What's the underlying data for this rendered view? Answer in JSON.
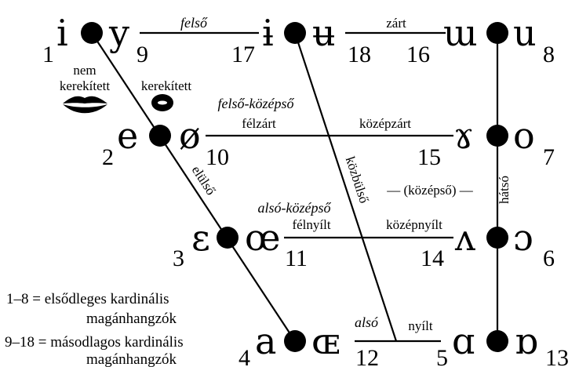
{
  "height_labels": {
    "close": "felső",
    "close_mid": "felső-középső",
    "open_mid": "alsó-középső",
    "open": "alsó"
  },
  "aperture_labels": {
    "close_central": "zárt",
    "close_mid_front": "félzárt",
    "close_mid_back": "középzárt",
    "mid": "— (középső) —",
    "open_mid_front": "félnyílt",
    "open_mid_back": "középnyílt",
    "open_back": "nyílt"
  },
  "backness_labels": {
    "front": "elülső",
    "central": "közbülső",
    "back": "hátsó"
  },
  "rounding": {
    "unrounded": [
      "nem",
      "kerekített"
    ],
    "rounded": "kerekített",
    "unrounded_icon": "spread-lips-icon",
    "rounded_icon": "rounded-lips-icon"
  },
  "vowels": {
    "i": {
      "symbol": "i",
      "number": "1"
    },
    "y": {
      "symbol": "y",
      "number": "9"
    },
    "barred_i": {
      "symbol": "ɨ",
      "number": "17"
    },
    "barred_u": {
      "symbol": "ʉ",
      "number": "18"
    },
    "turned_m": {
      "symbol": "ɯ",
      "number": "16"
    },
    "u": {
      "symbol": "u",
      "number": "8"
    },
    "e": {
      "symbol": "e",
      "number": "2"
    },
    "slashed_o": {
      "symbol": "ø",
      "number": "10"
    },
    "rams_horn": {
      "symbol": "ɤ",
      "number": "15"
    },
    "o": {
      "symbol": "o",
      "number": "7"
    },
    "epsilon": {
      "symbol": "ɛ",
      "number": "3"
    },
    "oe": {
      "symbol": "œ",
      "number": "11"
    },
    "caret": {
      "symbol": "ʌ",
      "number": "14"
    },
    "open_o": {
      "symbol": "ɔ",
      "number": "6"
    },
    "a": {
      "symbol": "a",
      "number": "4"
    },
    "OE": {
      "symbol": "ɶ",
      "number": "12"
    },
    "script_a": {
      "symbol": "ɑ",
      "number": "5"
    },
    "turned_script_a": {
      "symbol": "ɒ",
      "number": "13"
    }
  },
  "legend": {
    "primary": [
      "1–8  = elsődleges kardinális",
      "magánhangzók"
    ],
    "secondary": [
      "9–18 = másodlagos kardinális",
      "magánhangzók"
    ]
  }
}
